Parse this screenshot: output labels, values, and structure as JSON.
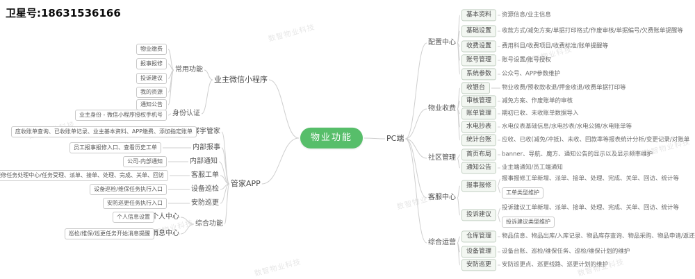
{
  "header": {
    "contact": "卫星号:18631536166"
  },
  "watermark": {
    "text": "数智物业科技"
  },
  "root": {
    "label": "物业功能"
  },
  "mp": {
    "label": "业主微信小程序",
    "common": {
      "label": "常用功能",
      "items": [
        "物业缴费",
        "报事报修",
        "投诉建议",
        "我的资源",
        "通知公告"
      ]
    },
    "auth": {
      "label": "身份认证",
      "item": "业主身份 - 微信小程序授权手机号"
    }
  },
  "app": {
    "label": "管家APP",
    "groups": [
      {
        "label": "楼宇管家",
        "item": "应收账单查询、已收账单记录、业主基本资料、APP缴费、添加指定账单"
      },
      {
        "label": "内部报事",
        "item": "员工报事报修入口、查看历史工单"
      },
      {
        "label": "内部通知",
        "item": "公司-内部通知"
      },
      {
        "label": "客服工单",
        "item": "报事报修任务处理中心/任务受理、派单、接单、处理、完成、关单、回访"
      },
      {
        "label": "设备巡检",
        "item": "设备巡检/维保任务执行入口"
      },
      {
        "label": "安防巡更",
        "item": "安防巡更任务执行入口"
      },
      {
        "label": "综合功能"
      }
    ],
    "personal": {
      "label": "个人中心",
      "item": "个人信息设置"
    },
    "message": {
      "label": "消息中心",
      "item": "巡检/维保/巡更任务开始消息提醒"
    }
  },
  "pc": {
    "label": "PC端",
    "categories": [
      {
        "label": "配置中心"
      },
      {
        "label": "物业收费"
      },
      {
        "label": "社区管理"
      },
      {
        "label": "客服中心"
      },
      {
        "label": "综合运营"
      }
    ],
    "features": [
      {
        "label": "基本资料",
        "desc": "资源信息/业主信息"
      },
      {
        "label": "基础设置",
        "desc": "收款方式/减免方案/单据打印格式/作废审核/单据编号/欠费账单提醒等"
      },
      {
        "label": "收费设置",
        "desc": "费用科目/收费项目/收费标准/账单提醒等"
      },
      {
        "label": "账号管理",
        "desc": "账号设置/账号授权"
      },
      {
        "label": "系统参数",
        "desc": "公众号、APP参数维护"
      },
      {
        "label": "收银台",
        "desc": "物业收费/预收款收退/押金收退/收费单据打印等"
      },
      {
        "label": "审核管理",
        "desc": "减免方案、作废账单的审核"
      },
      {
        "label": "账单管理",
        "desc": "期初已收、未收账单数据导入"
      },
      {
        "label": "水电抄表",
        "desc": "水电仪表基础信息/水电抄表/水电公摊/水电账单等"
      },
      {
        "label": "统计台账",
        "desc": "应收、已收(减免/冲抵)、未收、回款率等报表统计分析/变更记录/对账单"
      },
      {
        "label": "首页布局",
        "desc": "banner、导航、魔方、通知公告的显示以及显示频率维护"
      },
      {
        "label": "通知公告",
        "desc": "业主端通知/员工端通知"
      },
      {
        "label": "报事报修",
        "desc": "报事报修工单新增、派单、接单、处理、完成、关单、回访、统计等",
        "desc2": "工单类型维护"
      },
      {
        "label": "投诉建议",
        "desc": "投诉建议工单新增、派单、接单、处理、完成、关单、回访、统计等",
        "desc2": "投诉建议类型维护"
      },
      {
        "label": "仓库管理",
        "desc": "物品信息、物品出库/入库记录、物品库存查询、物品采购、物品申请/返还记录等"
      },
      {
        "label": "设备管理",
        "desc": "设备台账、巡检/维保任务、巡检/维保计划的维护"
      },
      {
        "label": "安防巡更",
        "desc": "安防巡更点、巡更线路、巡更计划的维护"
      }
    ]
  }
}
